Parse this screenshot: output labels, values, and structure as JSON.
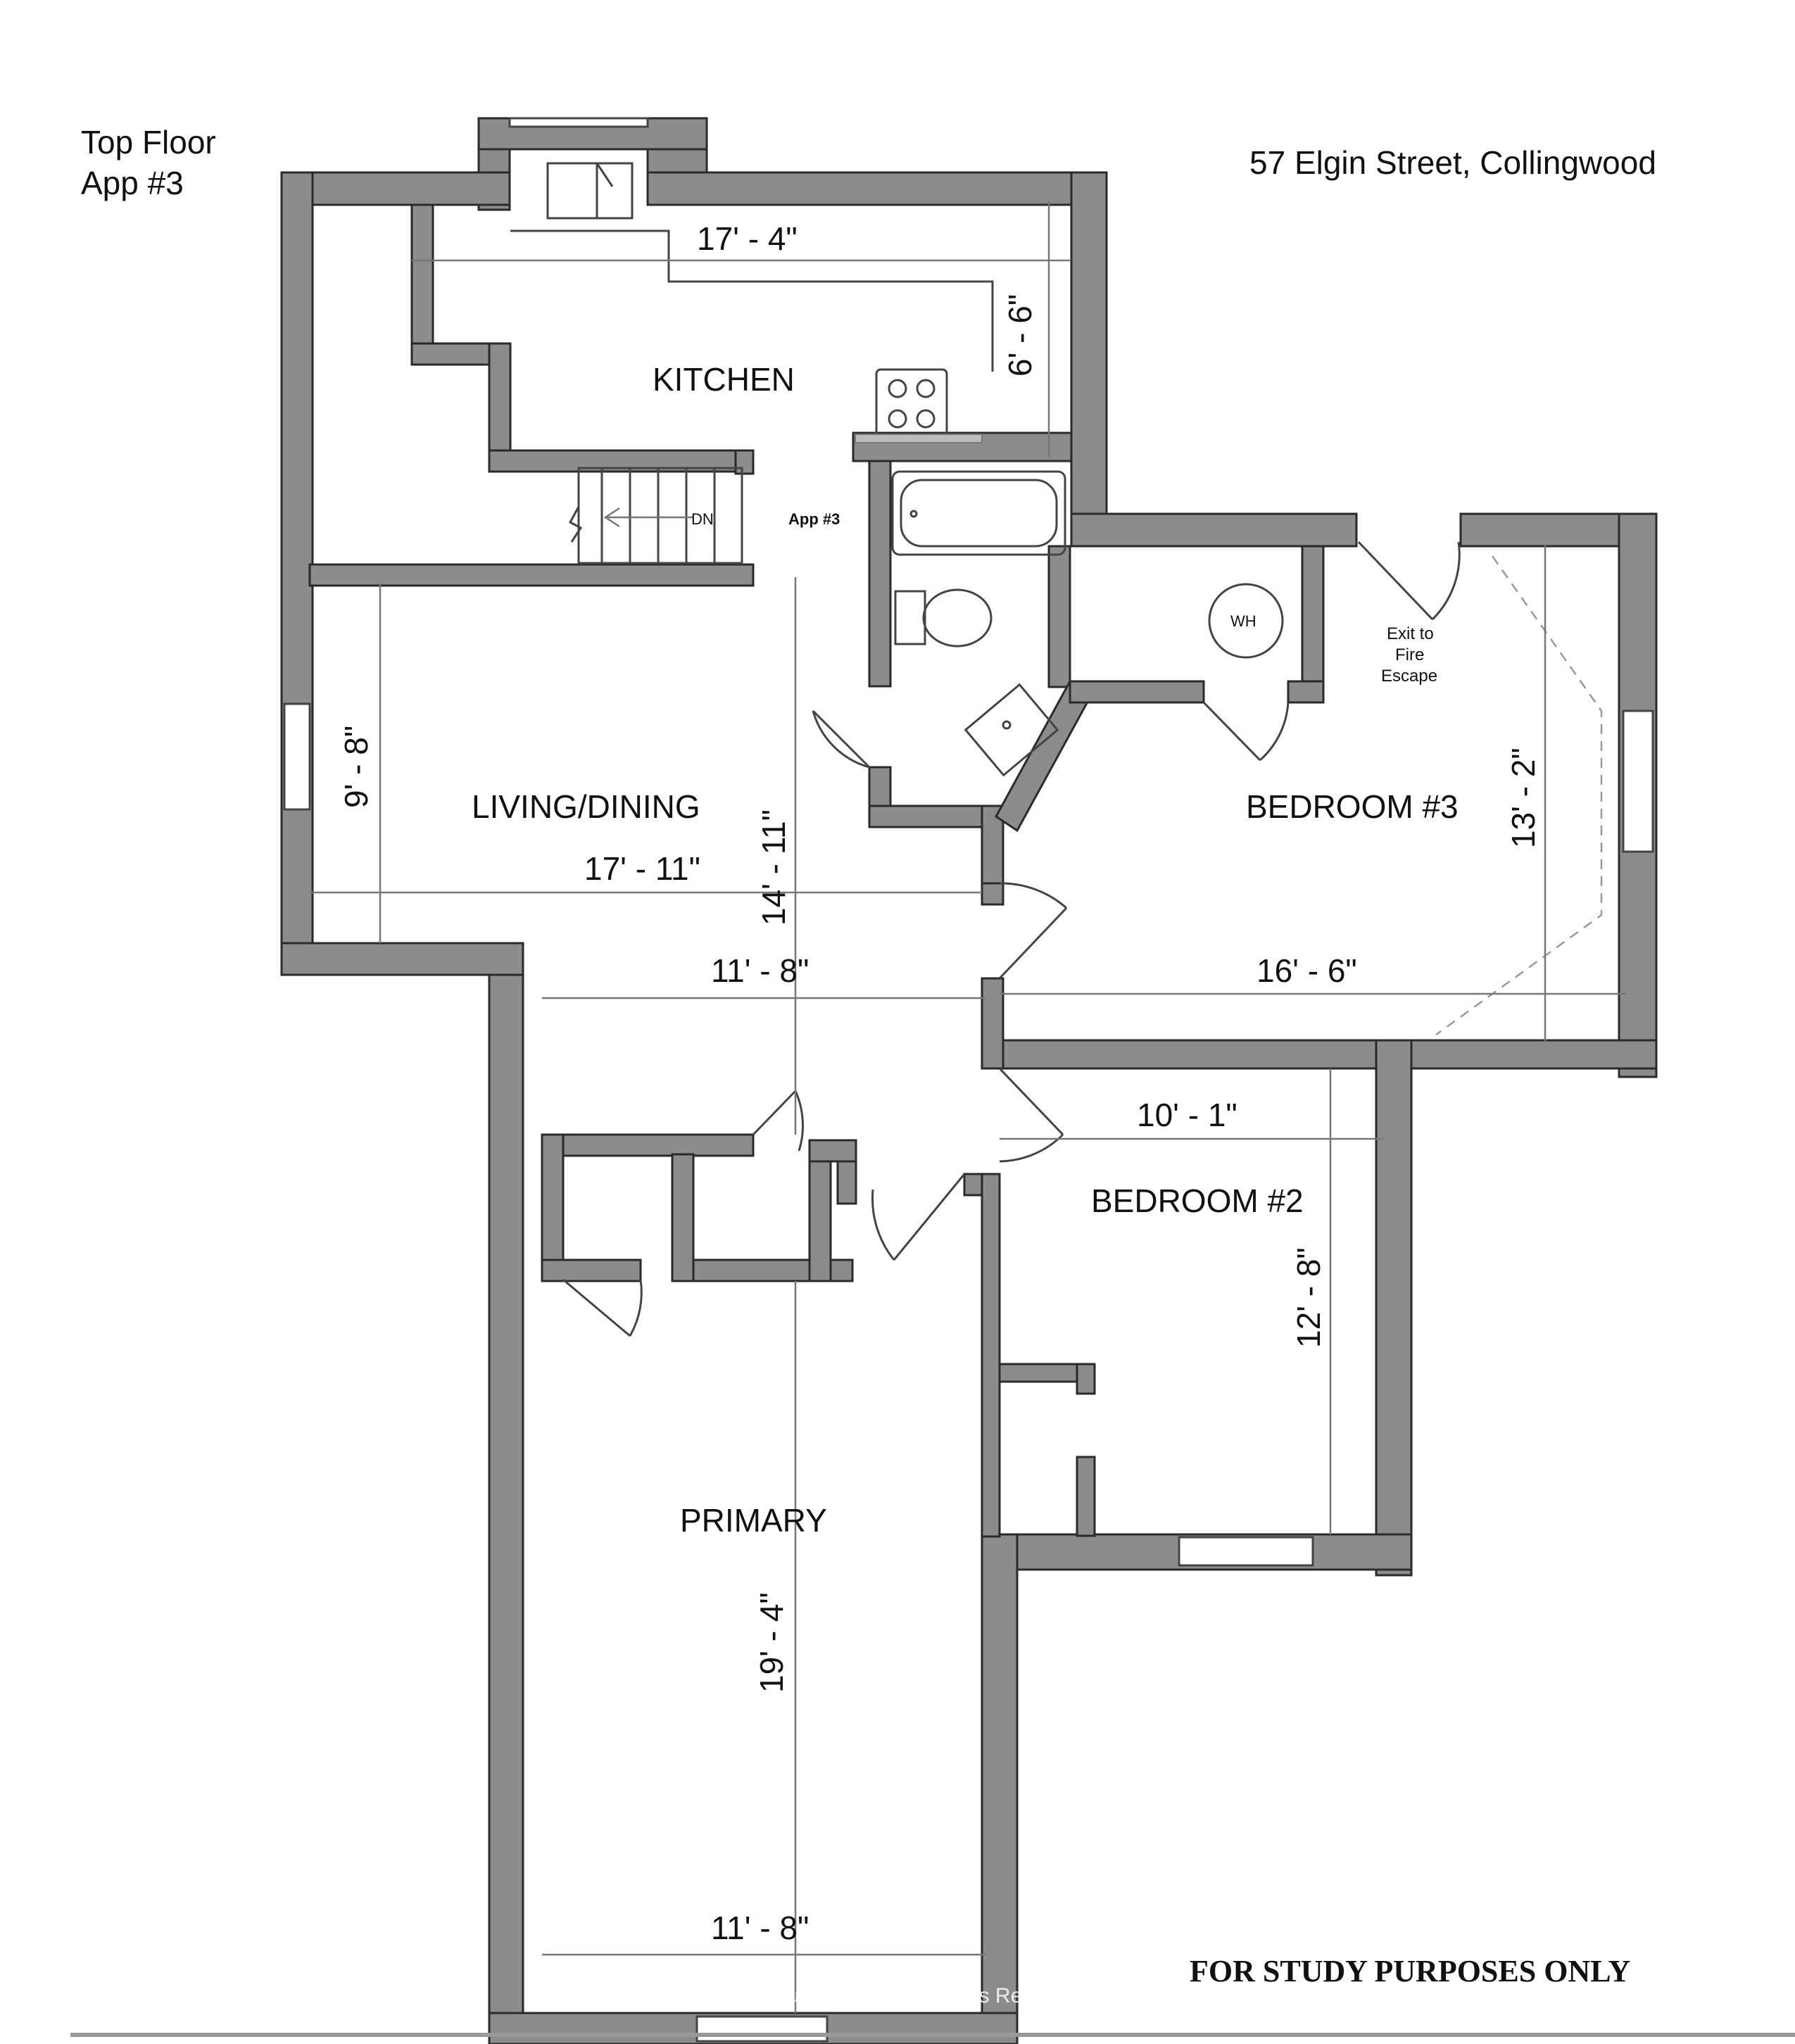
{
  "header": {
    "title_line1": "Top Floor",
    "title_line2": "App #3",
    "address": "57 Elgin Street, Collingwood"
  },
  "rooms": {
    "kitchen": "KITCHEN",
    "living": "LIVING/DINING",
    "bedroom3": "BEDROOM #3",
    "bedroom2": "BEDROOM #2",
    "primary": "PRIMARY"
  },
  "dimensions": {
    "kitchen_w": "17' - 4\"",
    "kitchen_h": "6' - 6\"",
    "living_h": "9' - 8\"",
    "living_w": "17' - 11\"",
    "hall_h": "14' - 11\"",
    "hall_w": "11' - 8\"",
    "bed3_w": "16' - 6\"",
    "bed3_h": "13' - 2\"",
    "bed2_w": "10' - 1\"",
    "bed2_h": "12' - 8\"",
    "primary_h": "19' - 4\"",
    "primary_w": "11' - 8\""
  },
  "labels": {
    "stairs": "DN",
    "app": "App #3",
    "water_heater": "WH",
    "exit_line1": "Exit to",
    "exit_line2": "Fire",
    "exit_line3": "Escape"
  },
  "footer": {
    "notice": "FOR STUDY PURPOSES ONLY",
    "watermark": "RE/MAX Four Seasons Doug Gillis & Associates Realty, Brokerage"
  }
}
